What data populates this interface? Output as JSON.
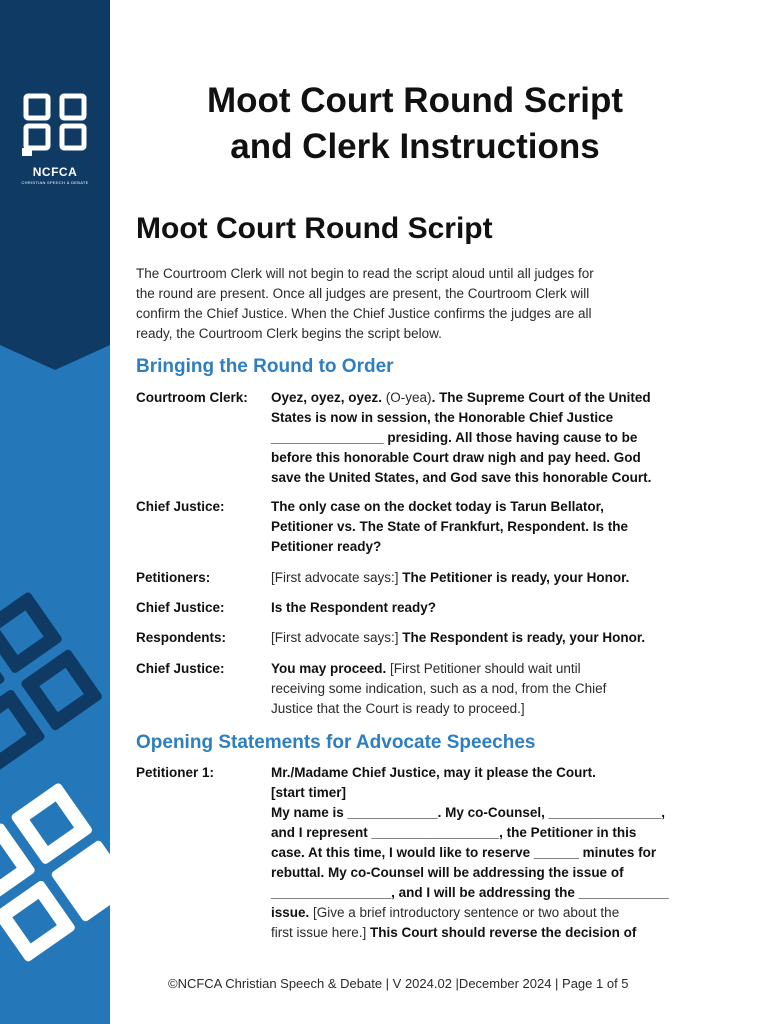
{
  "brand": {
    "name": "NCFCA",
    "tagline": "CHRISTIAN SPEECH & DEBATE"
  },
  "doc_title": [
    "Moot Court Round Script",
    "and Clerk Instructions"
  ],
  "section_title": "Moot Court Round Script",
  "intro_lines": [
    "The Courtroom Clerk will not begin to read the script aloud until all judges for",
    "the round are present. Once all judges are present, the Courtroom Clerk will",
    "confirm the Chief Justice. When the Chief Justice confirms the judges are all",
    "ready, the Courtroom Clerk begins the script below."
  ],
  "sections": [
    {
      "title": "Bringing the Round to Order"
    },
    {
      "title": "Opening Statements for Advocate Speeches"
    }
  ],
  "rows": [
    {
      "speaker": "Courtroom Clerk:",
      "lines": [
        [
          [
            "b",
            "Oyez, oyez, oyez. "
          ],
          [
            "n",
            "(O-yea)"
          ],
          [
            "b",
            ". The Supreme Court of the United"
          ]
        ],
        [
          [
            "b",
            "States is now in session, the Honorable Chief Justice"
          ]
        ],
        [
          [
            "b",
            "_______________ presiding. All those having cause to be"
          ]
        ],
        [
          [
            "b",
            "before this honorable Court draw nigh and pay heed. God"
          ]
        ],
        [
          [
            "b",
            "save the United States, and God save this honorable Court."
          ]
        ]
      ]
    },
    {
      "speaker": "Chief Justice:",
      "lines": [
        [
          [
            "b",
            "The only case on the docket today is Tarun Bellator,"
          ]
        ],
        [
          [
            "b",
            "Petitioner vs. The State of Frankfurt, Respondent. Is the"
          ]
        ],
        [
          [
            "b",
            "Petitioner ready?"
          ]
        ]
      ]
    },
    {
      "speaker": "Petitioners:",
      "lines": [
        [
          [
            "n",
            "[First advocate says:] "
          ],
          [
            "b",
            "The Petitioner is ready, your Honor."
          ]
        ]
      ]
    },
    {
      "speaker": "Chief Justice:",
      "lines": [
        [
          [
            "b",
            "Is the Respondent ready?"
          ]
        ]
      ]
    },
    {
      "speaker": "Respondents:",
      "lines": [
        [
          [
            "n",
            "[First advocate says:] "
          ],
          [
            "b",
            "The Respondent is ready, your Honor."
          ]
        ]
      ]
    },
    {
      "speaker": "Chief Justice:",
      "lines": [
        [
          [
            "b",
            "You may proceed. "
          ],
          [
            "n",
            "[First Petitioner should wait until"
          ]
        ],
        [
          [
            "n",
            "receiving some indication, such as a nod, from the Chief"
          ]
        ],
        [
          [
            "n",
            "Justice that the Court is ready to proceed.]"
          ]
        ]
      ]
    },
    {
      "speaker": "Petitioner 1:",
      "lines": [
        [
          [
            "b",
            "Mr./Madame Chief Justice, may it please the Court."
          ]
        ],
        [
          [
            "b",
            "[start timer]"
          ]
        ],
        [
          [
            "b",
            "My name is ____________. My co-Counsel, _______________,"
          ]
        ],
        [
          [
            "b",
            "and I represent _________________, the Petitioner in this"
          ]
        ],
        [
          [
            "b",
            "case. At this time, I would like to reserve ______ minutes for"
          ]
        ],
        [
          [
            "b",
            "rebuttal. My co-Counsel will be addressing the issue of"
          ]
        ],
        [
          [
            "b",
            "________________, and I will be addressing the ____________"
          ]
        ],
        [
          [
            "b",
            "issue. "
          ],
          [
            "n",
            "[Give a brief introductory sentence or two about the"
          ]
        ],
        [
          [
            "n",
            "first issue here.] "
          ],
          [
            "b",
            "This Court should reverse the decision of"
          ]
        ]
      ]
    }
  ],
  "footer": "©NCFCA Christian Speech & Debate | V 2024.02 |December 2024 | Page 1 of 5",
  "colors": {
    "navy": "#0e3a64",
    "blue": "#2477b8",
    "heading_blue": "#2d7fc1"
  }
}
